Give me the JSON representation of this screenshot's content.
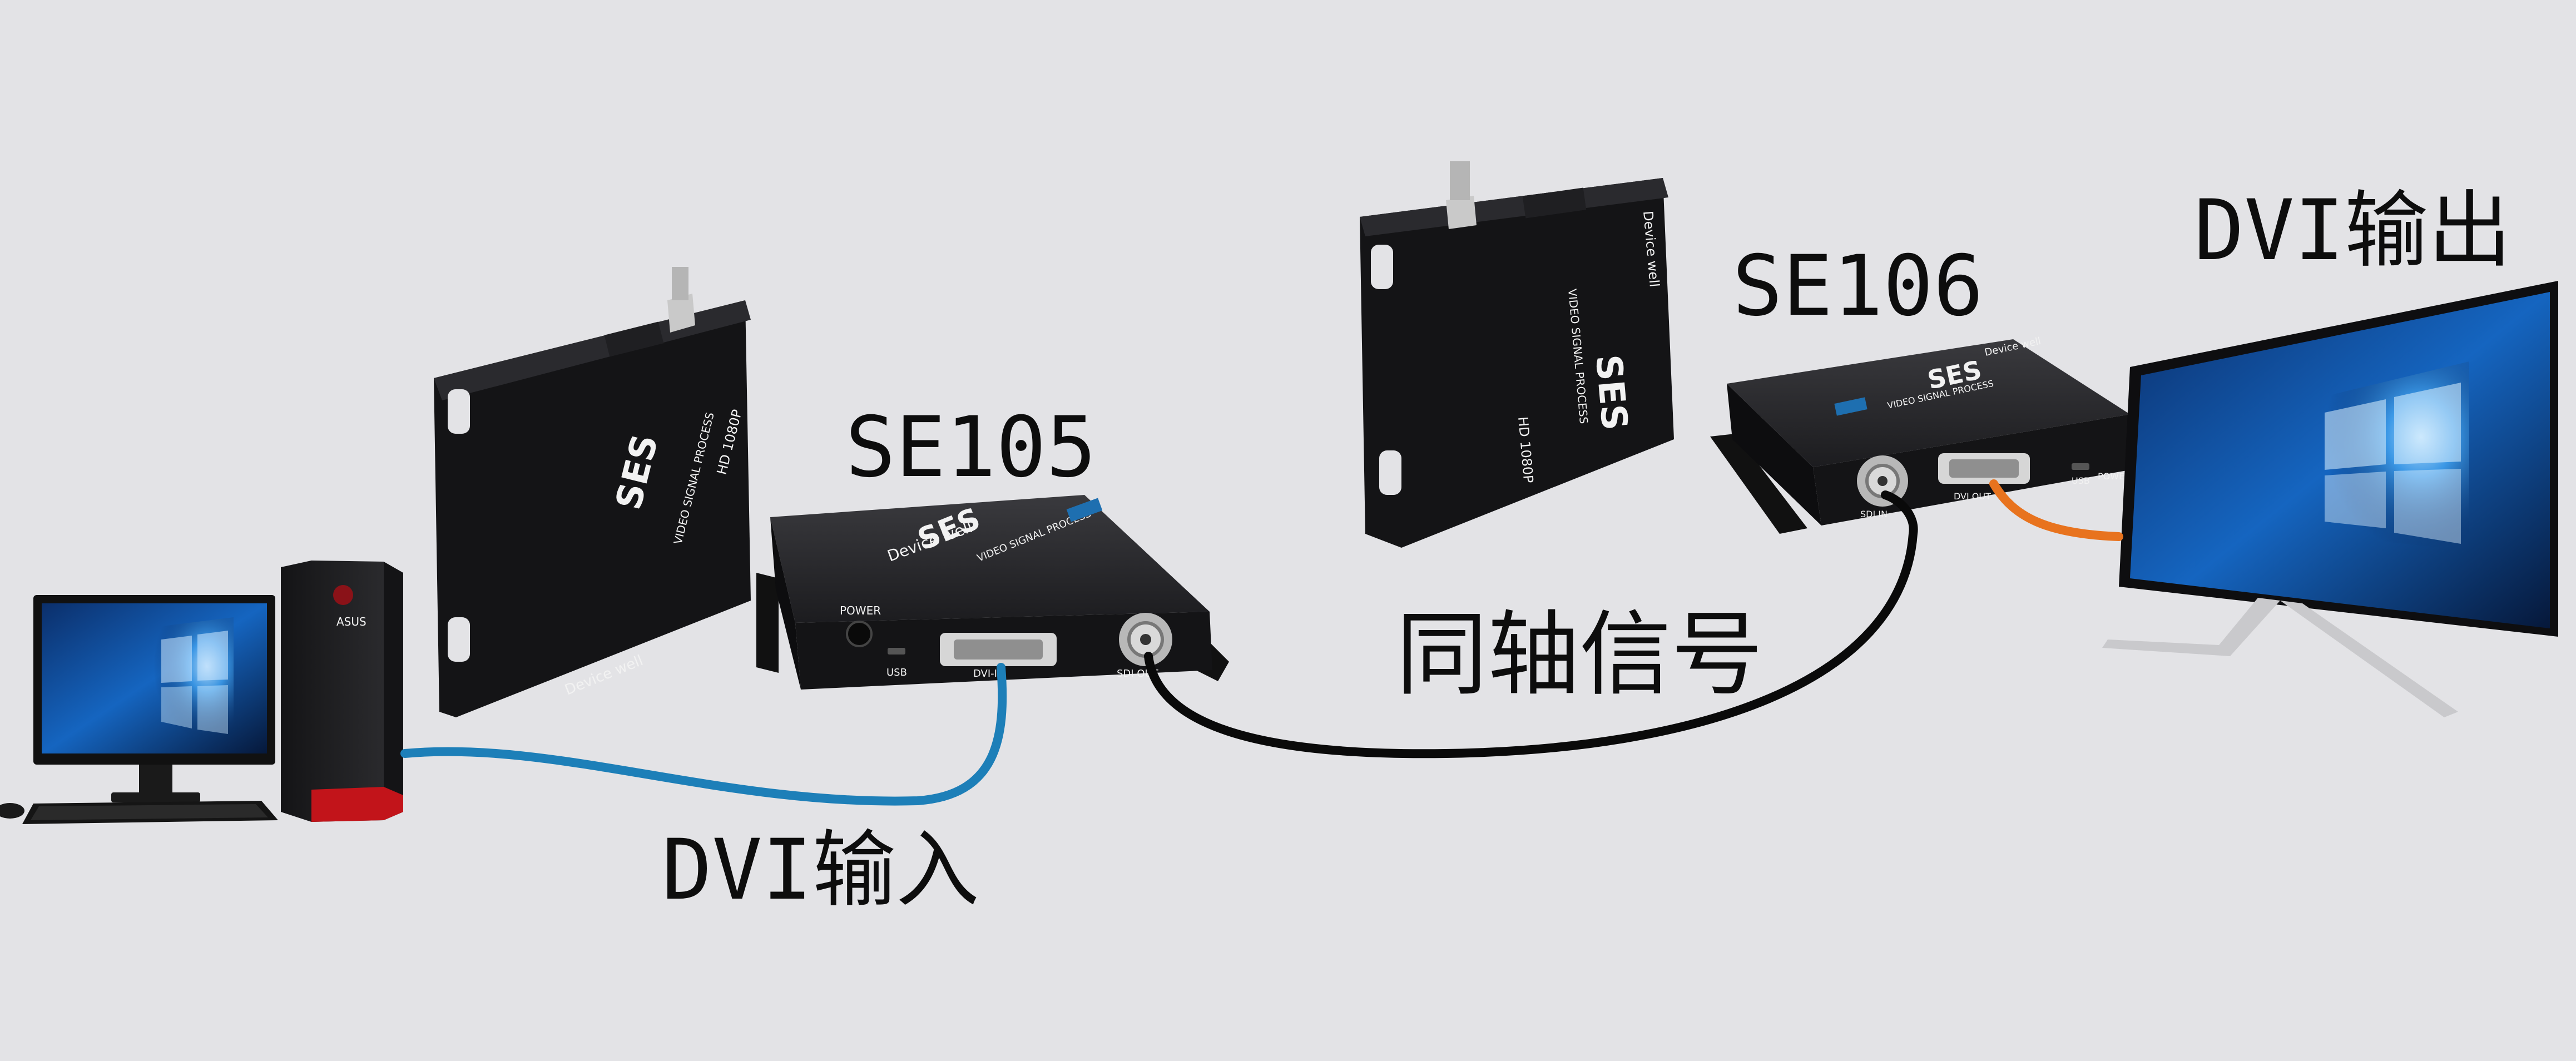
{
  "labels": {
    "se105": "SE105",
    "se106": "SE106",
    "dvi_input": "DVI输入",
    "coax_signal": "同轴信号",
    "dvi_output": "DVI输出"
  },
  "device_text": {
    "brand": "SES",
    "tagline": "VIDEO SIGNAL PROCESS",
    "maker": "Device well",
    "hd_badge": "HD 1080P",
    "power": "POWER",
    "usb": "USB",
    "dvi_in": "DVI-IN",
    "dvi_out": "DVI OUT",
    "sdi_out": "SDI OUT",
    "sdi_in": "SDI IN",
    "pc_brand": "ASUS"
  },
  "colors": {
    "background": "#e3e3e6",
    "dvi_input_cable": "#1d7fb8",
    "coax_cable": "#0a0a0a",
    "dvi_output_cable": "#e8731e",
    "device_body": "#1b1b1d"
  }
}
